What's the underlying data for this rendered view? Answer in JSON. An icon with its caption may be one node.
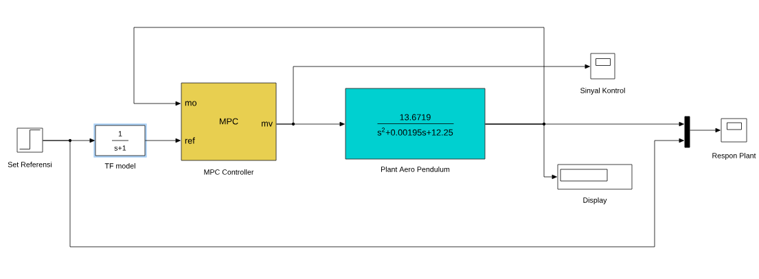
{
  "diagram": {
    "nodes": [
      {
        "text": [],
        "shape": "box",
        "beside": [
          "Set Referensi"
        ]
      },
      {
        "text": [
          "1",
          "s+1"
        ],
        "beside": [
          "TF model"
        ]
      },
      {
        "text": [
          "mo",
          "ref",
          "MPC",
          "mv"
        ],
        "beside": [
          "MPC Controller"
        ]
      },
      {
        "text": [
          "13.6719",
          "s$^{2}$+0.00195s+12.25"
        ],
        "beside": [
          "Plant Aero Pendulum"
        ]
      },
      {
        "text": [],
        "shape": "box",
        "beside": [
          "Sinyal Kontrol"
        ]
      },
      {
        "text": [],
        "shape": "box",
        "beside": [
          "Display"
        ]
      },
      {
        "text": [],
        "shape": "bar"
      },
      {
        "text": [],
        "shape": "box",
        "beside": [
          "Respon Plant"
        ]
      }
    ],
    "edges": [
      {
        "from": 0,
        "to": 1,
        "arrow": "to"
      },
      {
        "from": 0,
        "to": 6,
        "arrow": "to"
      },
      {
        "from": 1,
        "to": 2,
        "arrow": "to"
      },
      {
        "from": 2,
        "to": 3,
        "arrow": "to"
      },
      {
        "from": 2,
        "to": 4,
        "arrow": "to"
      },
      {
        "from": 3,
        "to": 6,
        "arrow": "to"
      },
      {
        "from": 3,
        "to": 5,
        "arrow": "to"
      },
      {
        "from": 3,
        "to": 2,
        "arrow": "to"
      },
      {
        "from": 6,
        "to": 7,
        "arrow": "to"
      }
    ]
  }
}
